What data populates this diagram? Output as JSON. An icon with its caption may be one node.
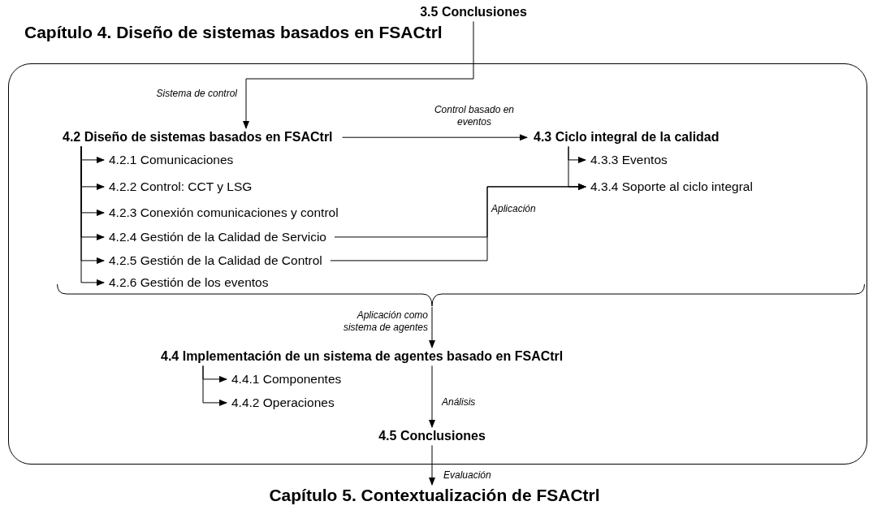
{
  "diagram": {
    "nodes": [
      {
        "text": [
          "3.5 Conclusiones"
        ]
      },
      {
        "text": [
          "Capítulo 4. Diseño de sistemas basados en FSACtrl"
        ]
      },
      {
        "text": [
          "4.2 Diseño de sistemas basados en FSACtrl"
        ],
        "in": 1
      },
      {
        "text": [
          "4.2.1 Comunicaciones"
        ],
        "in": 1
      },
      {
        "text": [
          "4.2.2 Control: CCT y LSG"
        ],
        "in": 1
      },
      {
        "text": [
          "4.2.3 Conexión comunicaciones y control"
        ],
        "in": 1
      },
      {
        "text": [
          "4.2.4 Gestión de la Calidad de Servicio"
        ],
        "in": 1
      },
      {
        "text": [
          "4.2.5 Gestión de la Calidad de Control"
        ],
        "in": 1
      },
      {
        "text": [
          "4.2.6 Gestión de los eventos"
        ],
        "in": 1
      },
      {
        "text": [
          "4.3 Ciclo integral de la calidad"
        ],
        "in": 1
      },
      {
        "text": [
          "4.3.3 Eventos"
        ],
        "in": 1
      },
      {
        "text": [
          "4.3.4 Soporte al ciclo integral"
        ],
        "in": 1
      },
      {
        "text": [
          "4.4 Implementación de un sistema de agentes basado en FSACtrl"
        ],
        "in": 1
      },
      {
        "text": [
          "4.4.1 Componentes"
        ],
        "in": 1
      },
      {
        "text": [
          "4.4.2 Operaciones"
        ],
        "in": 1
      },
      {
        "text": [
          "4.5 Conclusiones"
        ],
        "in": 1
      },
      {
        "text": [
          "Capítulo 5. Contextualización de FSACtrl"
        ]
      },
      {
        "text": [],
        "shape": "brace",
        "in": 1
      }
    ],
    "edges": [
      {
        "from": 0,
        "to": 2,
        "arrow": "to",
        "label": "Sistema de control"
      },
      {
        "from": 2,
        "to": 9,
        "arrow": "to",
        "label": "Control basado en eventos"
      },
      {
        "from": 2,
        "to": 3,
        "arrow": "to"
      },
      {
        "from": 2,
        "to": 4,
        "arrow": "to"
      },
      {
        "from": 2,
        "to": 5,
        "arrow": "to"
      },
      {
        "from": 2,
        "to": 6,
        "arrow": "to"
      },
      {
        "from": 2,
        "to": 7,
        "arrow": "to"
      },
      {
        "from": 2,
        "to": 8,
        "arrow": "to"
      },
      {
        "from": 9,
        "to": 10,
        "arrow": "to"
      },
      {
        "from": 9,
        "to": 11,
        "arrow": "to"
      },
      {
        "from": 6,
        "to": 11,
        "arrow": "to",
        "label": "Aplicación"
      },
      {
        "from": 7,
        "to": 11,
        "arrow": "to"
      },
      {
        "from": 17,
        "to": 12,
        "arrow": "to",
        "label": "Aplicación como sistema de agentes"
      },
      {
        "from": 12,
        "to": 13,
        "arrow": "to"
      },
      {
        "from": 12,
        "to": 14,
        "arrow": "to"
      },
      {
        "from": 12,
        "to": 15,
        "arrow": "to",
        "label": "Análisis"
      },
      {
        "from": 15,
        "to": 16,
        "arrow": "to",
        "label": "Evaluación"
      }
    ]
  }
}
